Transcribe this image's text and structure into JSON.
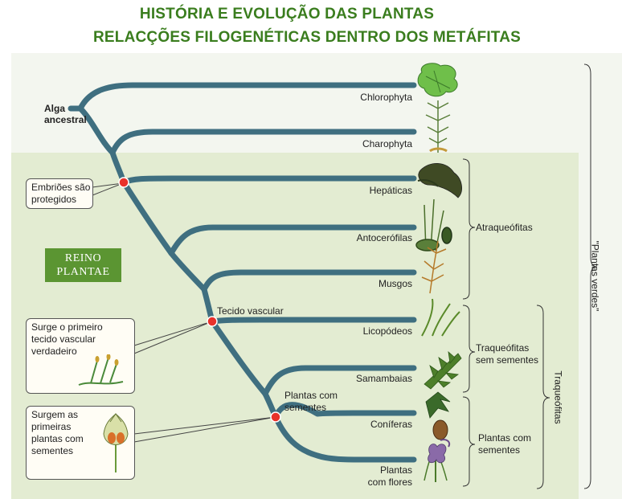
{
  "title_line1": "HISTÓRIA E EVOLUÇÃO DAS PLANTAS",
  "title_line2": "RELACÇÕES FILOGENÉTICAS DENTRO DOS METÁFITAS",
  "root_label": "Alga\nancestral",
  "taxa": [
    "Chlorophyta",
    "Charophyta",
    "Hepáticas",
    "Antocerófilas",
    "Musgos",
    "Licopódeos",
    "Samambaias",
    "Coníferas",
    "Plantas\ncom flores"
  ],
  "node_labels": {
    "vascular": "Tecido vascular",
    "seeds": "Plantas com\nsementes"
  },
  "callouts": {
    "embryos": "Embriões são\nprotegidos",
    "vascular": "Surge o primeiro\ntecido vascular\nverdadeiro",
    "seeds": "Surgem as\nprimeiras\nplantas com\nsementes"
  },
  "reino": "REINO\nPLANTAE",
  "groups": {
    "atraqueofitas": "Atraqueófitas",
    "traqueofitas_sem_sementes": "Traqueófitas\nsem sementes",
    "plantas_com_sementes": "Plantas com\nsementes",
    "traqueofitas": "Traqueófitas",
    "plantas_verdes": "\"Plantas verdes\""
  },
  "colors": {
    "title": "#3a7d1e",
    "branch": "#3f6f80",
    "node": "#e8322b",
    "reino_bg": "#5b9532"
  },
  "icons": {
    "node_markers": "red-dot",
    "taxon_illustrations": "plant-illustration"
  }
}
